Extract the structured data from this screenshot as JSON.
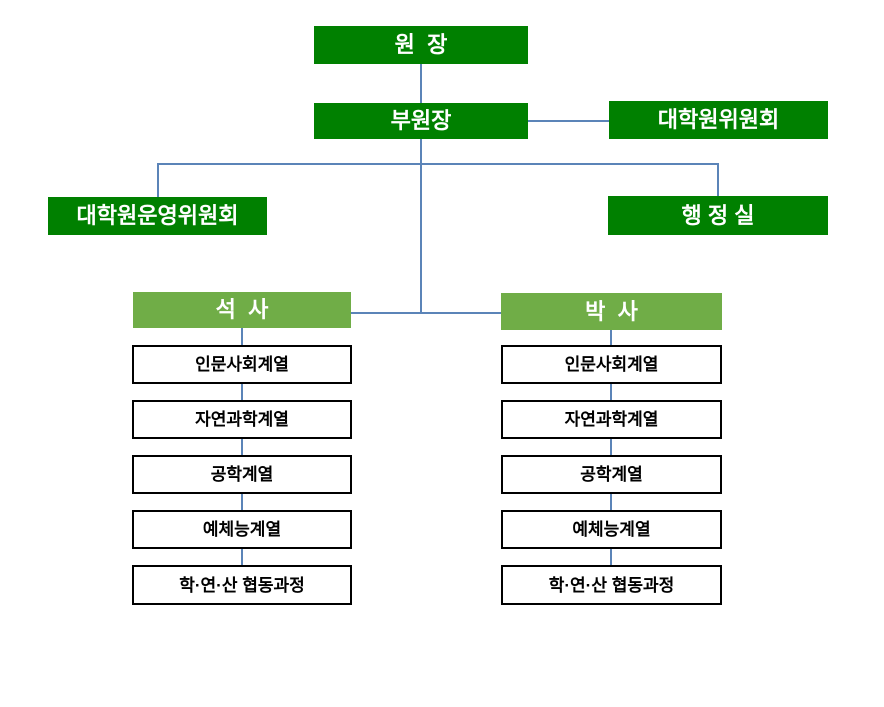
{
  "colors": {
    "dark_green": "#008000",
    "light_green": "#70AD47",
    "connector": "#5B84B8",
    "box_border": "#000000"
  },
  "org": {
    "director": "원  장",
    "vice_director": "부원장",
    "graduate_committee": "대학원위원회",
    "operating_committee": "대학원운영위원회",
    "admin_office": "행 정 실",
    "masters": "석  사",
    "doctoral": "박  사",
    "masters_tracks": [
      "인문사회계열",
      "자연과학계열",
      "공학계열",
      "예체능계열",
      "학·연·산 협동과정"
    ],
    "doctoral_tracks": [
      "인문사회계열",
      "자연과학계열",
      "공학계열",
      "예체능계열",
      "학·연·산 협동과정"
    ]
  }
}
